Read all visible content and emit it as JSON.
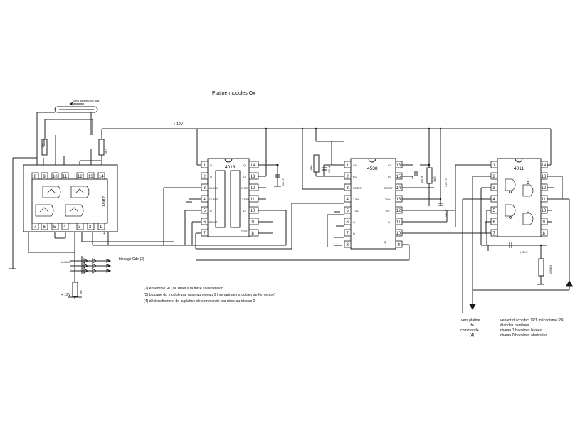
{
  "title": "Platine modules Ox",
  "supply_label": "+ 12V",
  "sensor_label": "Sens de détection actif",
  "chips": {
    "c4093": {
      "name": "4093",
      "top_pins": [
        "8",
        "9",
        "10",
        "11",
        "12",
        "13",
        "14"
      ],
      "bottom_pins": [
        "7",
        "6",
        "5",
        "4",
        "3",
        "2",
        "1"
      ]
    },
    "c4013": {
      "name": "4013",
      "left_pins": [
        "1",
        "2",
        "3",
        "4",
        "5",
        "6",
        "7"
      ],
      "right_pins": [
        "14",
        "13",
        "12",
        "11",
        "10",
        "9",
        "8"
      ],
      "inner_left": [
        "Q",
        "Q̄",
        "CLOCK",
        "CLEAR",
        "D",
        "RESET"
      ],
      "inner_right": [
        "Q",
        "Q̄",
        "CLOCK",
        "CLEAR",
        "D",
        "RESET"
      ]
    },
    "c4538": {
      "name": "4538",
      "left_pins": [
        "1",
        "2",
        "3",
        "4",
        "5",
        "6",
        "7",
        "8"
      ],
      "right_pins": [
        "16",
        "15",
        "14",
        "13",
        "12",
        "11",
        "10",
        "9"
      ],
      "inner_left": [
        "CX",
        "RC",
        "RESET",
        "T IN+",
        "T IN-",
        "Q",
        "Q̄"
      ],
      "inner_right": [
        "CX",
        "RC",
        "RESET",
        "TIN+",
        "TIN-",
        "Q",
        "Q̄"
      ]
    },
    "c4011": {
      "name": "4011",
      "left_pins": [
        "1",
        "2",
        "3",
        "4",
        "5",
        "6",
        "7"
      ],
      "right_pins": [
        "14",
        "13",
        "12",
        "11",
        "10",
        "9",
        "8"
      ]
    }
  },
  "components": {
    "r_top_left": "4K7",
    "r_top_mid": "4K7",
    "r_bottom": "4K7",
    "c_4013": "100 nF",
    "r_4538": "1MΩ",
    "c_4538_a": "100 nF",
    "c_4538_b": "100 nF",
    "r_4538_b": "1MΩ",
    "c_4538_c": "100 nF",
    "c_4011": "0,22 nF",
    "r_4011": "220 KΩ",
    "diode": "1N4148",
    "bottom_supply": "+ 12V"
  },
  "blocage_label": "blocage Cde (3)",
  "notes": [
    "(2) ensemble RC de reset à la mise sous tension",
    "(3) blocage du module par mise au niveau 0 ( venant des modules de fermeture)",
    "(4) déclenchement de la platine de commande par mise au niveau 0"
  ],
  "output_label": [
    "vers platine",
    "de",
    "commande",
    "(4)"
  ],
  "input_label": [
    "venant du contact 1RT mécanisme PN",
    "état des barrières",
    "niveau 1   barrières levées",
    "niveau 0   barrières abaissées"
  ]
}
